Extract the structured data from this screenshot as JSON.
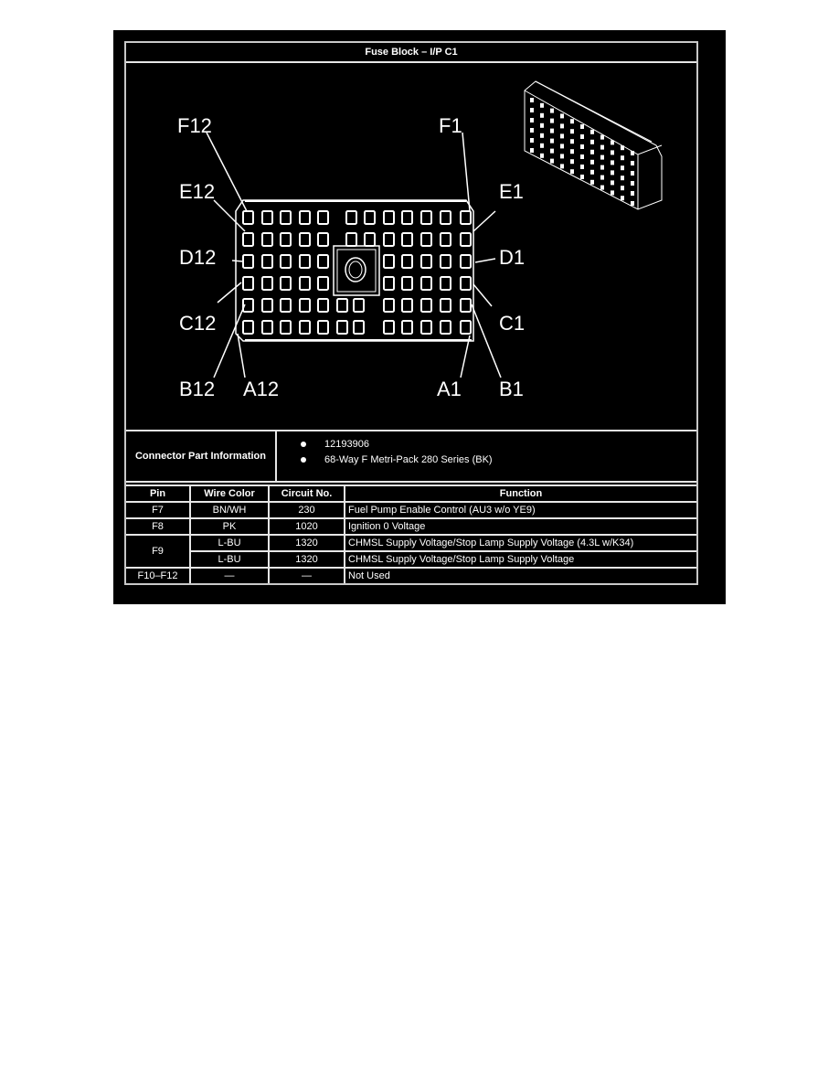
{
  "title": "Fuse Block – I/P C1",
  "diagram": {
    "pin_labels": {
      "F12": "F12",
      "F1": "F1",
      "E12": "E12",
      "E1": "E1",
      "D12": "D12",
      "D1": "D1",
      "C12": "C12",
      "C1": "C1",
      "B12": "B12",
      "B1": "B1",
      "A12": "A12",
      "A1": "A1"
    },
    "rows": [
      "F",
      "E",
      "D",
      "C",
      "B",
      "A"
    ],
    "columns": 12,
    "icon": "connector-3d-icon"
  },
  "connector_info": {
    "label": "Connector Part Information",
    "items": [
      "12193906",
      "68-Way F Metri-Pack 280 Series (BK)"
    ]
  },
  "table": {
    "headers": {
      "pin": "Pin",
      "wire_color": "Wire Color",
      "circuit": "Circuit No.",
      "function": "Function"
    },
    "rows": [
      {
        "pin": "F7",
        "wire_color": "BN/WH",
        "circuit": "230",
        "function": "Fuel Pump Enable Control (AU3 w/o YE9)"
      },
      {
        "pin": "F8",
        "wire_color": "PK",
        "circuit": "1020",
        "function": "Ignition 0 Voltage"
      },
      {
        "pin": "F9",
        "wire_color": "L-BU",
        "circuit": "1320",
        "function": "CHMSL Supply Voltage/Stop Lamp Supply Voltage (4.3L w/K34)"
      },
      {
        "pin": "",
        "wire_color": "L-BU",
        "circuit": "1320",
        "function": "CHMSL Supply Voltage/Stop Lamp Supply Voltage"
      },
      {
        "pin": "F10–F12",
        "wire_color": "—",
        "circuit": "—",
        "function": "Not Used"
      }
    ]
  }
}
